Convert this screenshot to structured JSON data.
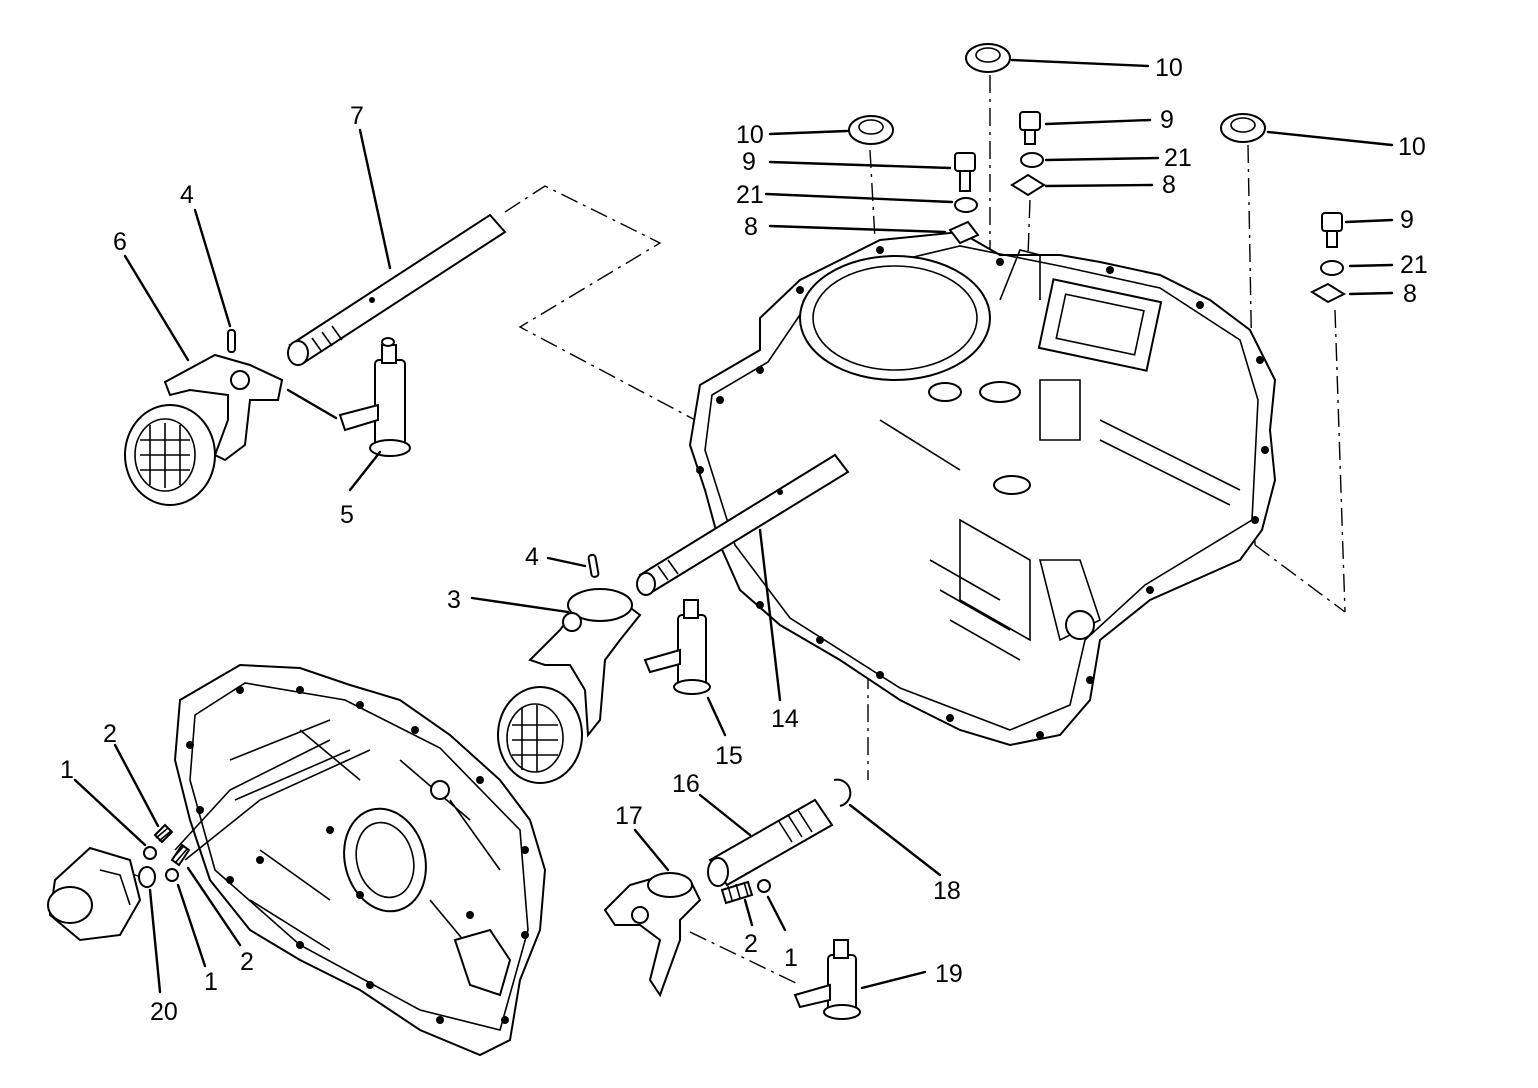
{
  "callouts": {
    "c1a": "1",
    "c1b": "1",
    "c1c": "1",
    "c2a": "2",
    "c2b": "2",
    "c2c": "2",
    "c3": "3",
    "c4a": "4",
    "c4b": "4",
    "c5": "5",
    "c6": "6",
    "c7": "7",
    "c8a": "8",
    "c8b": "8",
    "c8c": "8",
    "c9a": "9",
    "c9b": "9",
    "c9c": "9",
    "c10a": "10",
    "c10b": "10",
    "c10c": "10",
    "c14": "14",
    "c15": "15",
    "c16": "16",
    "c17": "17",
    "c18": "18",
    "c19": "19",
    "c20": "20",
    "c21a": "21",
    "c21b": "21",
    "c21c": "21"
  }
}
